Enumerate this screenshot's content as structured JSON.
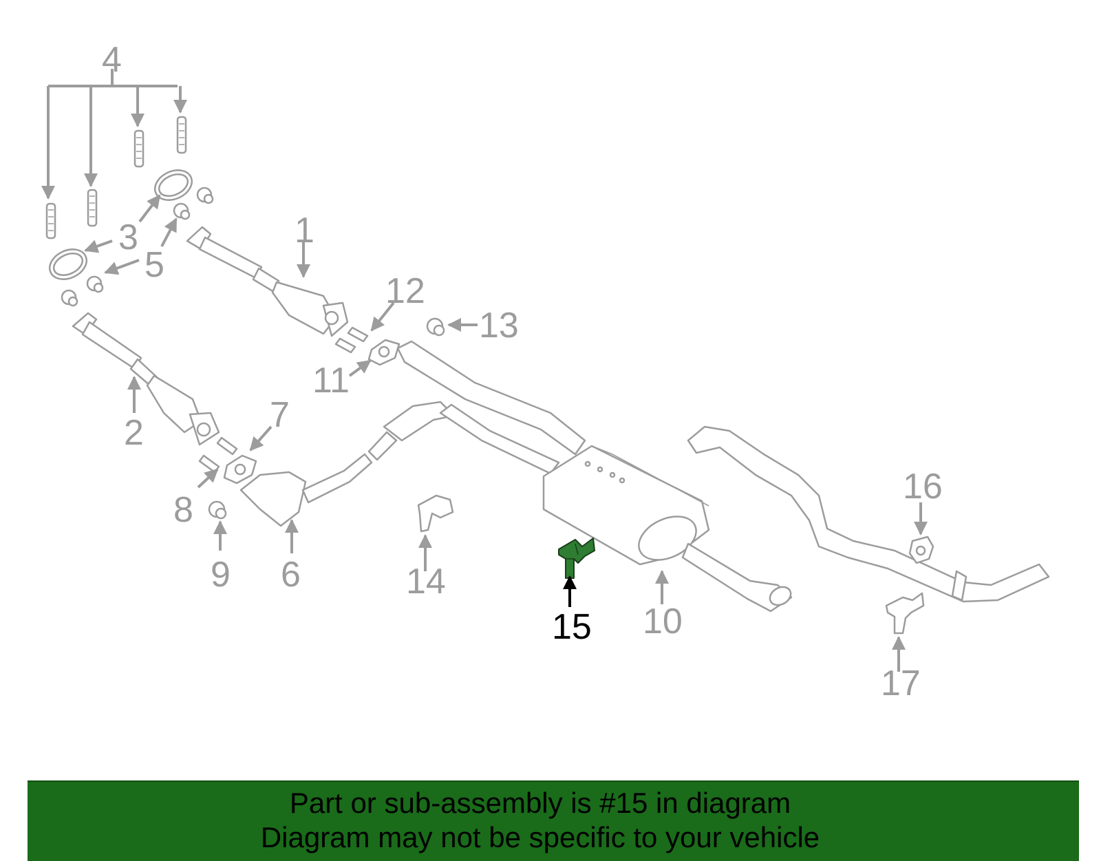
{
  "diagram": {
    "callouts": [
      "1",
      "2",
      "3",
      "4",
      "5",
      "6",
      "7",
      "8",
      "9",
      "10",
      "11",
      "12",
      "13",
      "14",
      "15",
      "16",
      "17"
    ],
    "highlighted_callout": "15",
    "highlight_color": "#2e7d32",
    "line_color": "#9c9c9c"
  },
  "banner": {
    "line1": "Part or sub-assembly is #15 in diagram",
    "line2": "Diagram may not be specific to your vehicle",
    "background": "#1a6b1a"
  }
}
